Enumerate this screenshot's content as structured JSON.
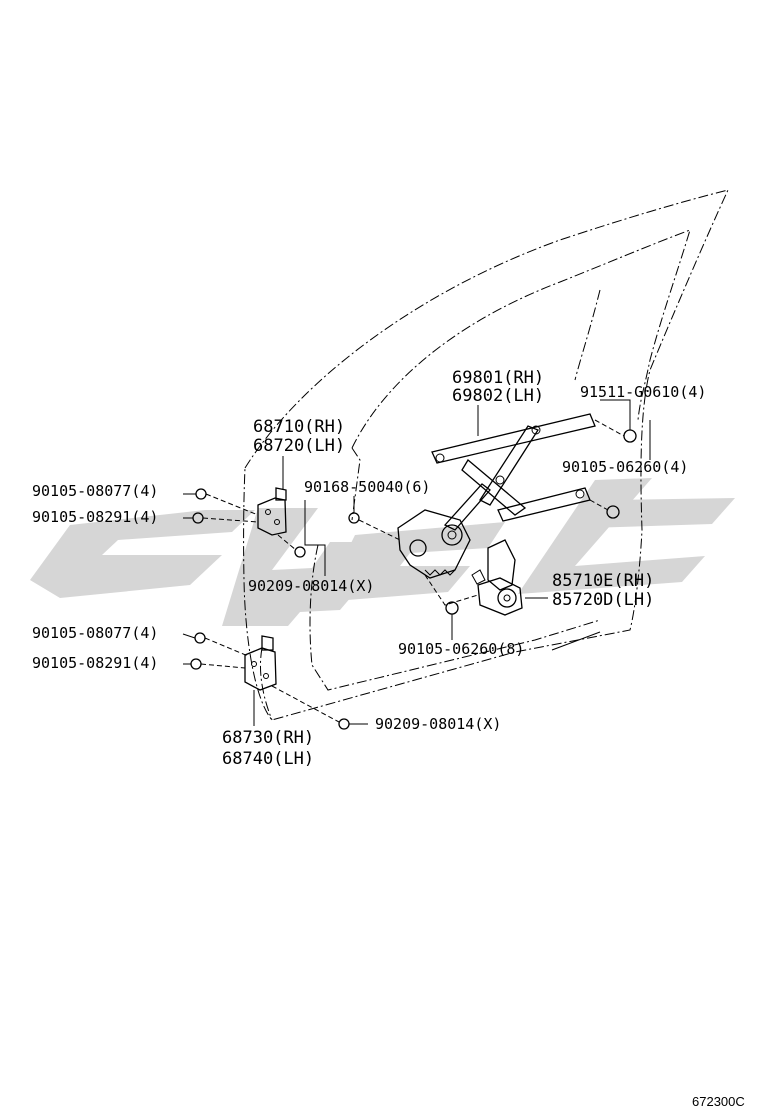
{
  "labels": {
    "regulator_rh": "69801(RH)",
    "regulator_lh": "69802(LH)",
    "bolt_91511": "91511-G0610(4)",
    "upper_hinge_rh": "68710(RH)",
    "upper_hinge_lh": "68720(LH)",
    "bolt_08077_upper": "90105-08077(4)",
    "bolt_08291_upper": "90105-08291(4)",
    "clip_50040": "90168-50040(6)",
    "bolt_06260_4": "90105-06260(4)",
    "nut_08014_upper": "90209-08014(X)",
    "motor_rh": "85710E(RH)",
    "motor_lh": "85720D(LH)",
    "bolt_08077_lower": "90105-08077(4)",
    "bolt_08291_lower": "90105-08291(4)",
    "bolt_06260_8": "90105-06260(8)",
    "nut_08014_lower": "90209-08014(X)",
    "lower_hinge_rh": "68730(RH)",
    "lower_hinge_lh": "68740(LH)"
  },
  "watermark": {
    "color": "#d4d4d4"
  },
  "reference": "672300C"
}
